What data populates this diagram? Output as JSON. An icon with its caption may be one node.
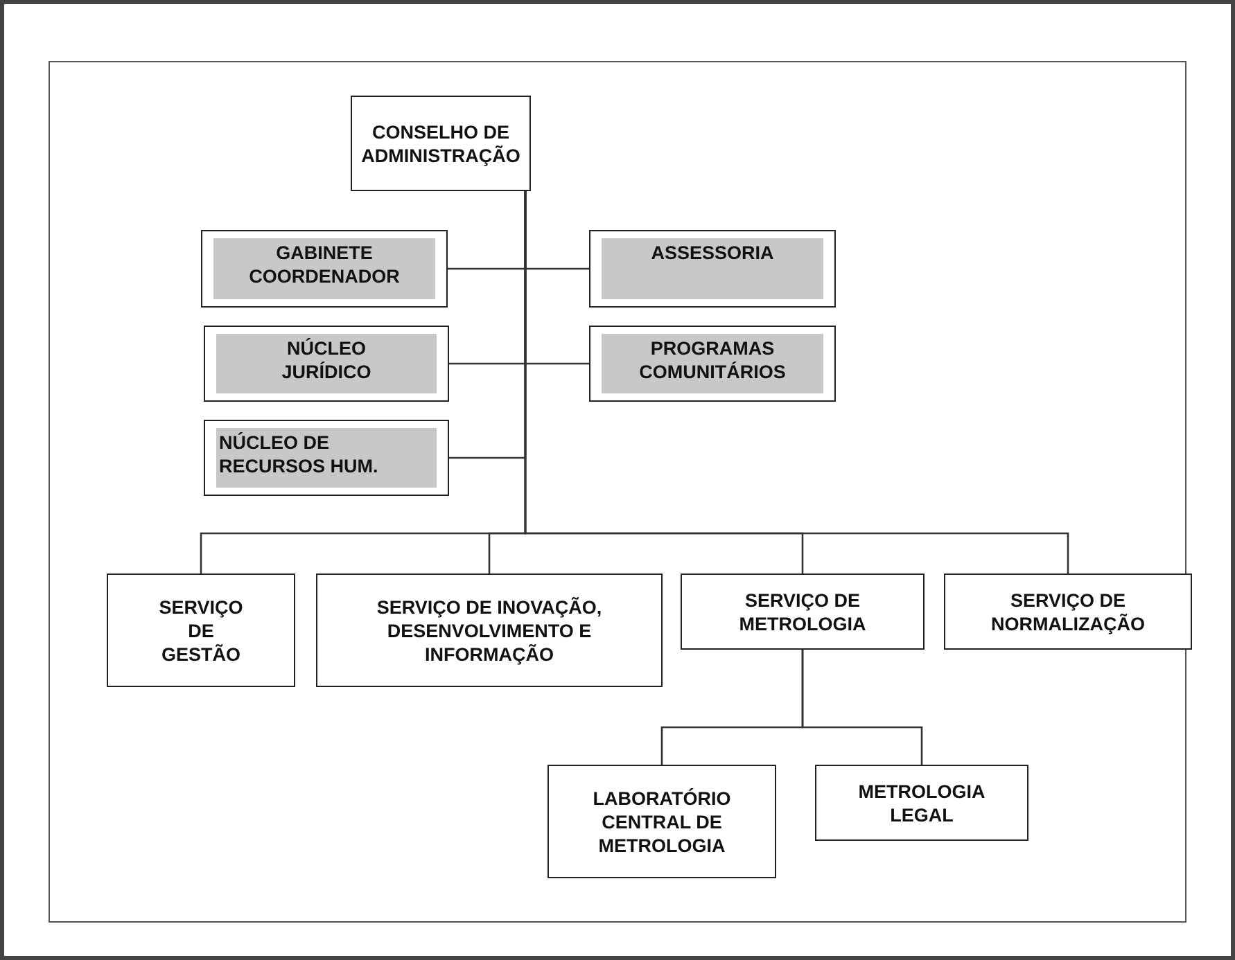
{
  "diagram": {
    "nodes": [
      {
        "text": [
          "CONSELHO DE ADMINISTRAÇÃO"
        ]
      },
      {
        "text": [
          "GABINETE COORDENADOR"
        ]
      },
      {
        "text": [
          "ASSESSORIA"
        ]
      },
      {
        "text": [
          "NÚCLEO JURÍDICO"
        ]
      },
      {
        "text": [
          "PROGRAMAS COMUNITÁRIOS"
        ]
      },
      {
        "text": [
          "NÚCLEO DE RECURSOS HUM."
        ]
      },
      {
        "text": [
          "SERVIÇO DE GESTÃO"
        ]
      },
      {
        "text": [
          "SERVIÇO DE INOVAÇÃO, DESENVOLVIMENTO E INFORMAÇÃO"
        ]
      },
      {
        "text": [
          "SERVIÇO DE METROLOGIA"
        ]
      },
      {
        "text": [
          "SERVIÇO DE NORMALIZAÇÃO"
        ]
      },
      {
        "text": [
          "LABORATÓRIO CENTRAL DE METROLOGIA"
        ]
      },
      {
        "text": [
          "METROLOGIA LEGAL"
        ]
      }
    ],
    "edges": [
      {
        "from": 0,
        "to": 1,
        "arrow": "none"
      },
      {
        "from": 0,
        "to": 2,
        "arrow": "none"
      },
      {
        "from": 0,
        "to": 3,
        "arrow": "none"
      },
      {
        "from": 0,
        "to": 4,
        "arrow": "none"
      },
      {
        "from": 0,
        "to": 5,
        "arrow": "none"
      },
      {
        "from": 0,
        "to": 6,
        "arrow": "none"
      },
      {
        "from": 0,
        "to": 7,
        "arrow": "none"
      },
      {
        "from": 0,
        "to": 8,
        "arrow": "none"
      },
      {
        "from": 0,
        "to": 9,
        "arrow": "none"
      },
      {
        "from": 8,
        "to": 10,
        "arrow": "none"
      },
      {
        "from": 8,
        "to": 11,
        "arrow": "none"
      }
    ]
  }
}
